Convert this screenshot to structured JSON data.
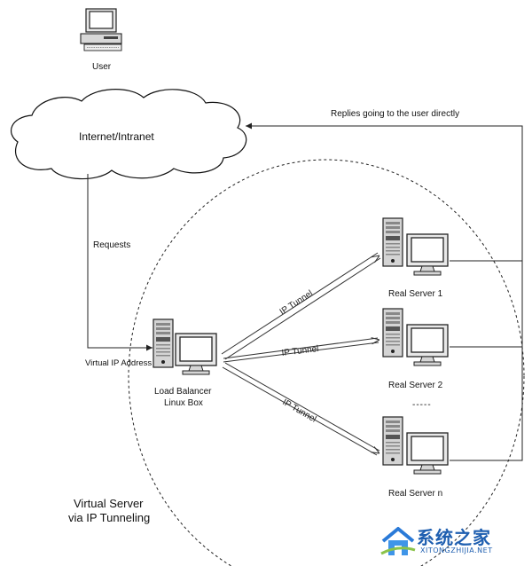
{
  "nodes": {
    "user": "User",
    "cloud": "Internet/Intranet",
    "load_balancer": [
      "Load Balancer",
      "Linux Box"
    ],
    "real_servers": [
      "Real Server 1",
      "Real Server 2",
      "Real Server n"
    ]
  },
  "labels": {
    "requests": "Requests",
    "virtual_ip": "Virtual IP Address",
    "replies": "Replies going to the user directly",
    "tunnel": "IP Tunnel",
    "ellipsis": "-----"
  },
  "caption": [
    "Virtual Server",
    "via IP Tunneling"
  ],
  "watermark": {
    "title": "系统之家",
    "url": "XITONGZHIJIA.NET",
    "icon": "house-logo-icon"
  }
}
